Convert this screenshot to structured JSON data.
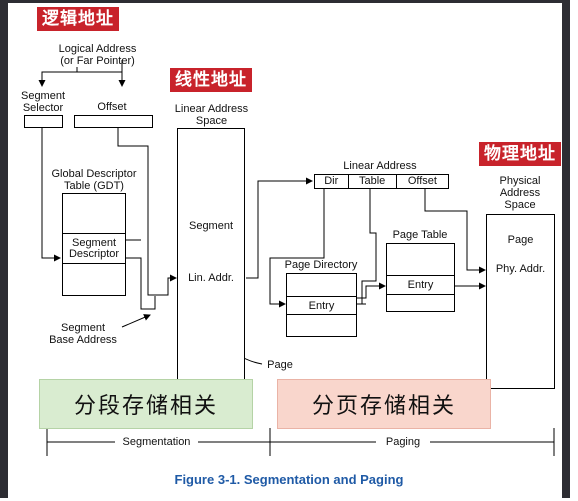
{
  "tags": {
    "logical": "逻辑地址",
    "linear": "线性地址",
    "physical": "物理地址"
  },
  "zones": {
    "segmentation": "分段存储相关",
    "paging": "分页存储相关"
  },
  "labels": {
    "logical_address": "Logical Address",
    "far_pointer": "(or Far Pointer)",
    "segment_selector_1": "Segment",
    "segment_selector_2": "Selector",
    "offset": "Offset",
    "gdt_1": "Global Descriptor",
    "gdt_2": "Table (GDT)",
    "seg_desc_1": "Segment",
    "seg_desc_2": "Descriptor",
    "seg_base_1": "Segment",
    "seg_base_2": "Base Address",
    "linear_space_1": "Linear Address",
    "linear_space_2": "Space",
    "segment": "Segment",
    "lin_addr": "Lin. Addr.",
    "page": "Page",
    "linear_address": "Linear Address",
    "dir": "Dir",
    "table": "Table",
    "offset2": "Offset",
    "page_directory": "Page Directory",
    "entry1": "Entry",
    "page_table": "Page Table",
    "entry2": "Entry",
    "physical_space_1": "Physical",
    "physical_space_2": "Address",
    "physical_space_3": "Space",
    "phys_page": "Page",
    "phy_addr": "Phy. Addr.",
    "segmentation": "Segmentation",
    "paging": "Paging"
  },
  "caption": "Figure 3-1.  Segmentation and Paging",
  "colors": {
    "tag_bg": "#c8232b",
    "segmentation_zone": "#d9ecd0",
    "paging_zone": "#f9d6cc",
    "caption": "#1f5aa6"
  }
}
